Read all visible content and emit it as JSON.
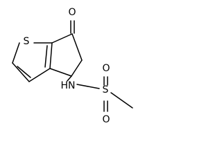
{
  "molecule": {
    "atoms": {
      "ketone_oxygen": "O",
      "ring_sulfur": "S",
      "amine": "HN",
      "sulfonyl_sulfur": "S",
      "sulfonyl_oxygen_top": "O",
      "sulfonyl_oxygen_bottom": "O"
    }
  }
}
